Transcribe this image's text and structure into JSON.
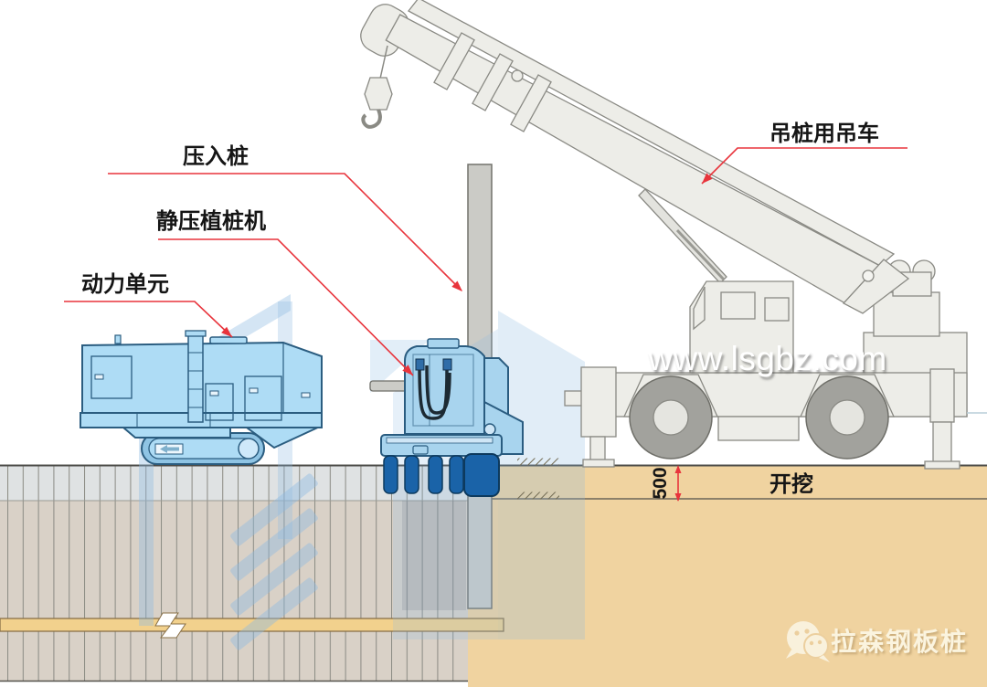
{
  "annotations": [
    {
      "name": "pressed-pile",
      "text": "压入桩"
    },
    {
      "name": "silent-piler",
      "text": "静压植桩机"
    },
    {
      "name": "power-unit",
      "text": "动力单元"
    },
    {
      "name": "pile-crane",
      "text": "吊桩用吊车"
    }
  ],
  "ground": {
    "excavation_label": "开挖",
    "depth_label": "500"
  },
  "watermark": {
    "site": "www.lsgbz.com",
    "brand": "拉森钢板桩",
    "brand_icon": "wechat-icon"
  },
  "colors": {
    "annotation_red": "#e8343c",
    "soil_tan": "#f0d3a0",
    "wall_beige": "#d9d1c7",
    "wall_cap_gray": "#dfe2e3",
    "waler_yellow": "#f2d18d",
    "machine_blue": "#aedcf5",
    "clamp_dark_blue": "#1a63a8",
    "crane_gray": "#edede8",
    "logo_blue": "#8dbae2",
    "brand_cream": "#fbf4df"
  }
}
